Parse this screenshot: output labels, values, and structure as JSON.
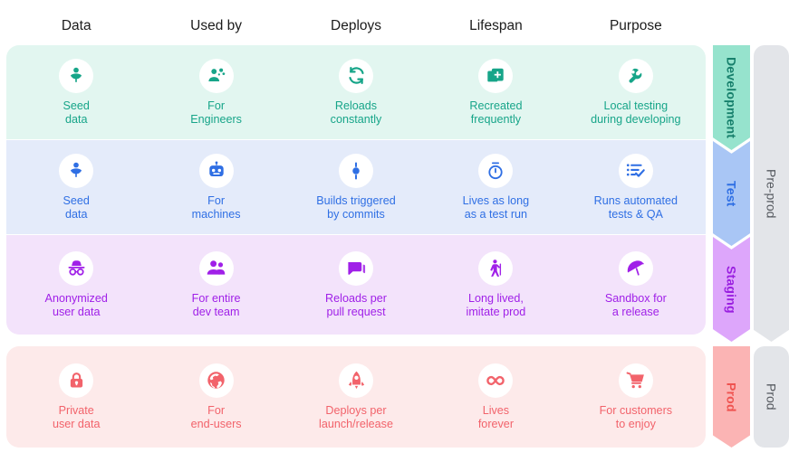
{
  "columns": [
    "Data",
    "Used by",
    "Deploys",
    "Lifespan",
    "Purpose"
  ],
  "colors": {
    "development": "#17a589",
    "test": "#2f6fe4",
    "staging": "#a020e8",
    "prod": "#f2636b",
    "development_bg": "#e2f6f0",
    "test_bg": "#e4ebfa",
    "staging_bg": "#f3e3fb",
    "prod_bg": "#fdeaea",
    "development_tab": "#96e3cd",
    "test_tab": "#a9c6f5",
    "staging_tab": "#dda6fb",
    "prod_tab": "#fbb4b4",
    "group_gray": "#e3e5e9"
  },
  "rows": [
    {
      "env": "Development",
      "cells": [
        {
          "icon": "seedling-icon",
          "text": "Seed\ndata"
        },
        {
          "icon": "engineer-icon",
          "text": "For\nEngineers"
        },
        {
          "icon": "refresh-icon",
          "text": "Reloads\nconstantly"
        },
        {
          "icon": "duplicate-add-icon",
          "text": "Recreated\nfrequently"
        },
        {
          "icon": "wrench-icon",
          "text": "Local testing\nduring developing"
        }
      ]
    },
    {
      "env": "Test",
      "cells": [
        {
          "icon": "seedling-icon",
          "text": "Seed\ndata"
        },
        {
          "icon": "robot-icon",
          "text": "For\nmachines"
        },
        {
          "icon": "commit-icon",
          "text": "Builds triggered\nby commits"
        },
        {
          "icon": "stopwatch-icon",
          "text": "Lives as long\nas a test run"
        },
        {
          "icon": "checklist-icon",
          "text": "Runs automated\ntests & QA"
        }
      ]
    },
    {
      "env": "Staging",
      "cells": [
        {
          "icon": "incognito-icon",
          "text": "Anonymized\nuser data"
        },
        {
          "icon": "people-icon",
          "text": "For entire\ndev team"
        },
        {
          "icon": "chat-icon",
          "text": "Reloads per\npull request"
        },
        {
          "icon": "elderly-person-icon",
          "text": "Long lived,\nimitate prod"
        },
        {
          "icon": "umbrella-icon",
          "text": "Sandbox for\na release"
        }
      ]
    },
    {
      "env": "Prod",
      "cells": [
        {
          "icon": "lock-icon",
          "text": "Private\nuser data"
        },
        {
          "icon": "globe-icon",
          "text": "For\nend-users"
        },
        {
          "icon": "rocket-icon",
          "text": "Deploys per\nlaunch/release"
        },
        {
          "icon": "infinity-icon",
          "text": "Lives\nforever"
        },
        {
          "icon": "shopping-cart-icon",
          "text": "For customers\nto enjoy"
        }
      ]
    }
  ],
  "groups": [
    {
      "label": "Pre-prod"
    },
    {
      "label": "Prod"
    }
  ]
}
